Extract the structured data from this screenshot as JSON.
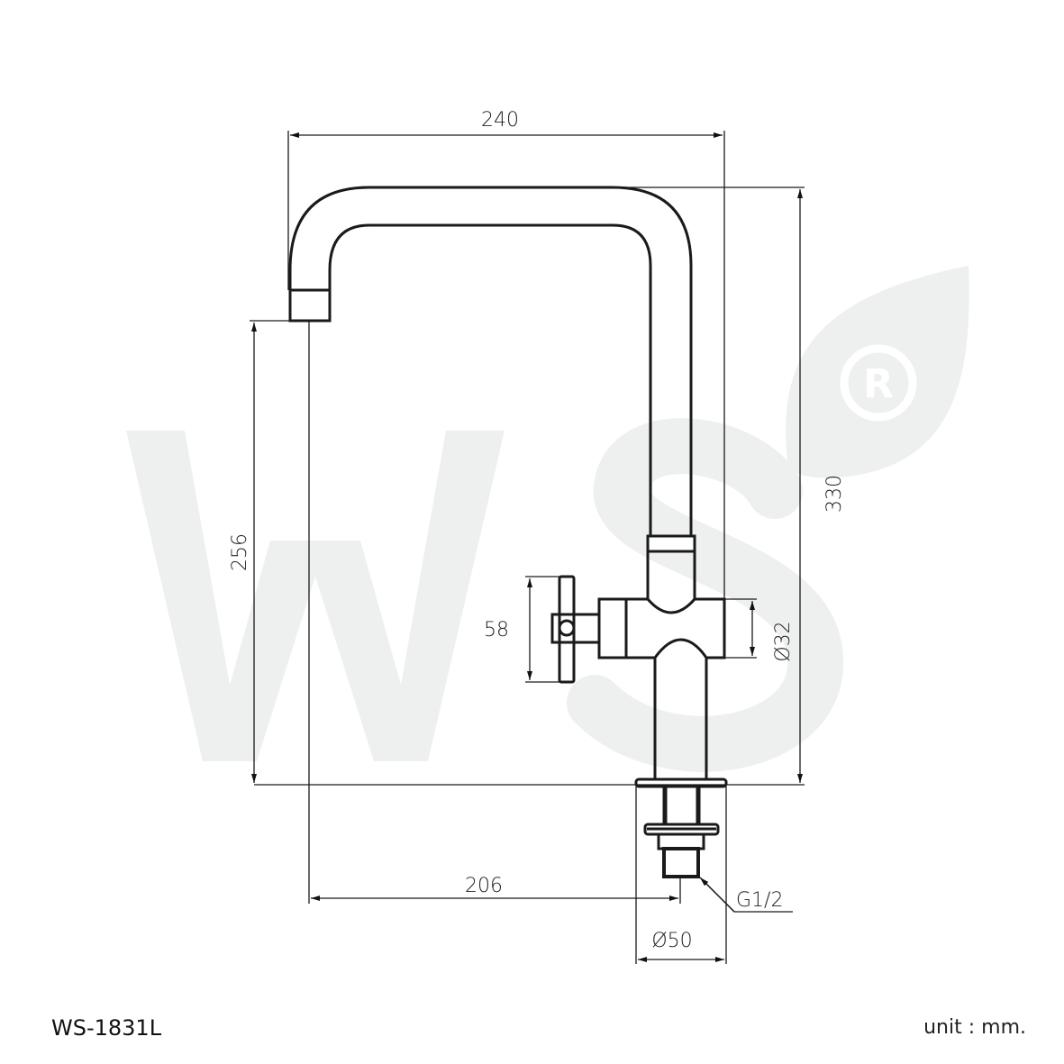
{
  "watermark": {
    "brand": "WS",
    "registered": "®",
    "color": "#eef0ef"
  },
  "dimensions": {
    "overall_width": "240",
    "overall_height": "330",
    "spout_height": "256",
    "spout_reach": "206",
    "handle_height": "58",
    "body_diameter": "Ø32",
    "base_diameter": "Ø50",
    "thread": "G1/2"
  },
  "footer": {
    "model": "WS-1831L",
    "unit": "unit : mm."
  }
}
